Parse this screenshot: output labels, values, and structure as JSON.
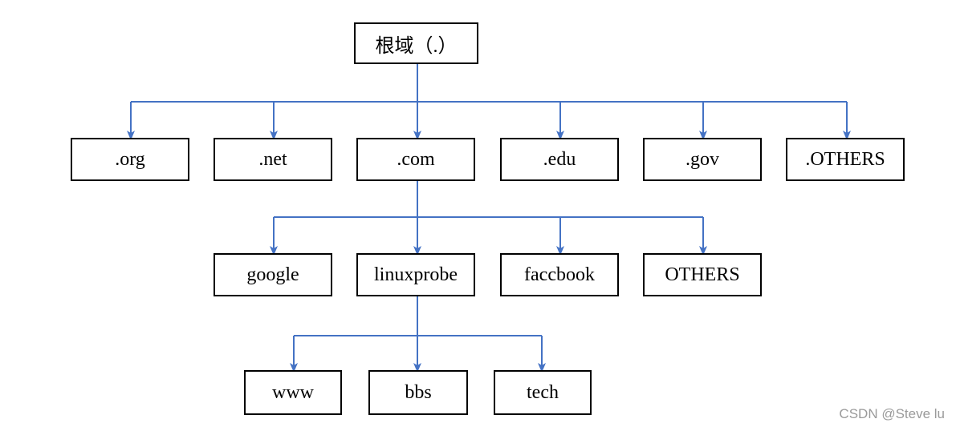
{
  "colors": {
    "connector": "#4472C4",
    "box_border": "#000000"
  },
  "tree": {
    "root": "根域（.）",
    "tlds": [
      ".org",
      ".net",
      ".com",
      ".edu",
      ".gov",
      ".OTHERS"
    ],
    "com_children": [
      "google",
      "linuxprobe",
      "faccbook",
      "OTHERS"
    ],
    "linuxprobe_children": [
      "www",
      "bbs",
      "tech"
    ]
  },
  "watermark": "CSDN @Steve lu"
}
